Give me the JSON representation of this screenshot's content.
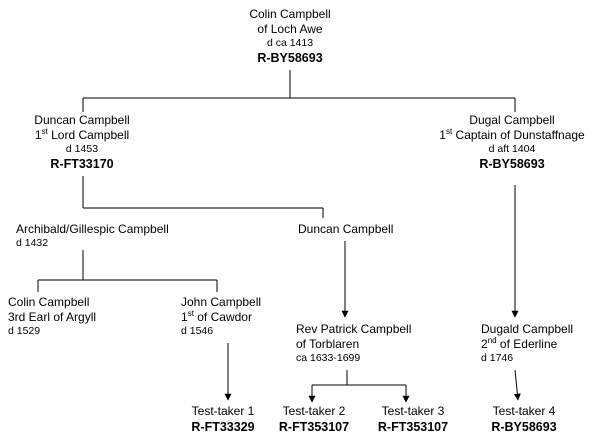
{
  "nodes": {
    "colin_loch_awe": {
      "line1": "Colin Campbell",
      "line2": "of Loch Awe",
      "dates": "d ca 1413",
      "haplogroup": "R-BY58693"
    },
    "duncan_lord": {
      "line1": "Duncan Campbell",
      "title_num": "1",
      "title_sup": "st",
      "title_rest": " Lord Campbell",
      "dates": "d 1453",
      "haplogroup": "R-FT33170"
    },
    "dugal": {
      "line1": "Dugal Campbell",
      "title_num": "1",
      "title_sup": "st",
      "title_rest": " Captain of Dunstaffnage",
      "dates": "d aft 1404",
      "haplogroup": "R-BY58693"
    },
    "archibald": {
      "line1": "Archibald/Gillespic Campbell",
      "dates": "d 1432"
    },
    "duncan2": {
      "line1": "Duncan Campbell"
    },
    "colin_argyll": {
      "line1": "Colin Campbell",
      "line2": "3rd Earl of Argyll",
      "dates": "d 1529"
    },
    "john_cawdor": {
      "line1": "John Campbell",
      "title_num": "1",
      "title_sup": "st",
      "title_rest": " of Cawdor",
      "dates": "d 1546"
    },
    "patrick": {
      "line1": "Rev Patrick Campbell",
      "line2": "of Torblaren",
      "dates": "ca 1633-1699"
    },
    "dugald": {
      "line1": "Dugald Campbell",
      "title_num": "2",
      "title_sup": "nd",
      "title_rest": " of Ederline",
      "dates": "d 1746"
    },
    "tt1": {
      "label": "Test-taker 1",
      "haplogroup": "R-FT33329"
    },
    "tt2": {
      "label": "Test-taker 2",
      "haplogroup": "R-FT353107"
    },
    "tt3": {
      "label": "Test-taker 3",
      "haplogroup": "R-FT353107"
    },
    "tt4": {
      "label": "Test-taker 4",
      "haplogroup": "R-BY58693"
    }
  }
}
